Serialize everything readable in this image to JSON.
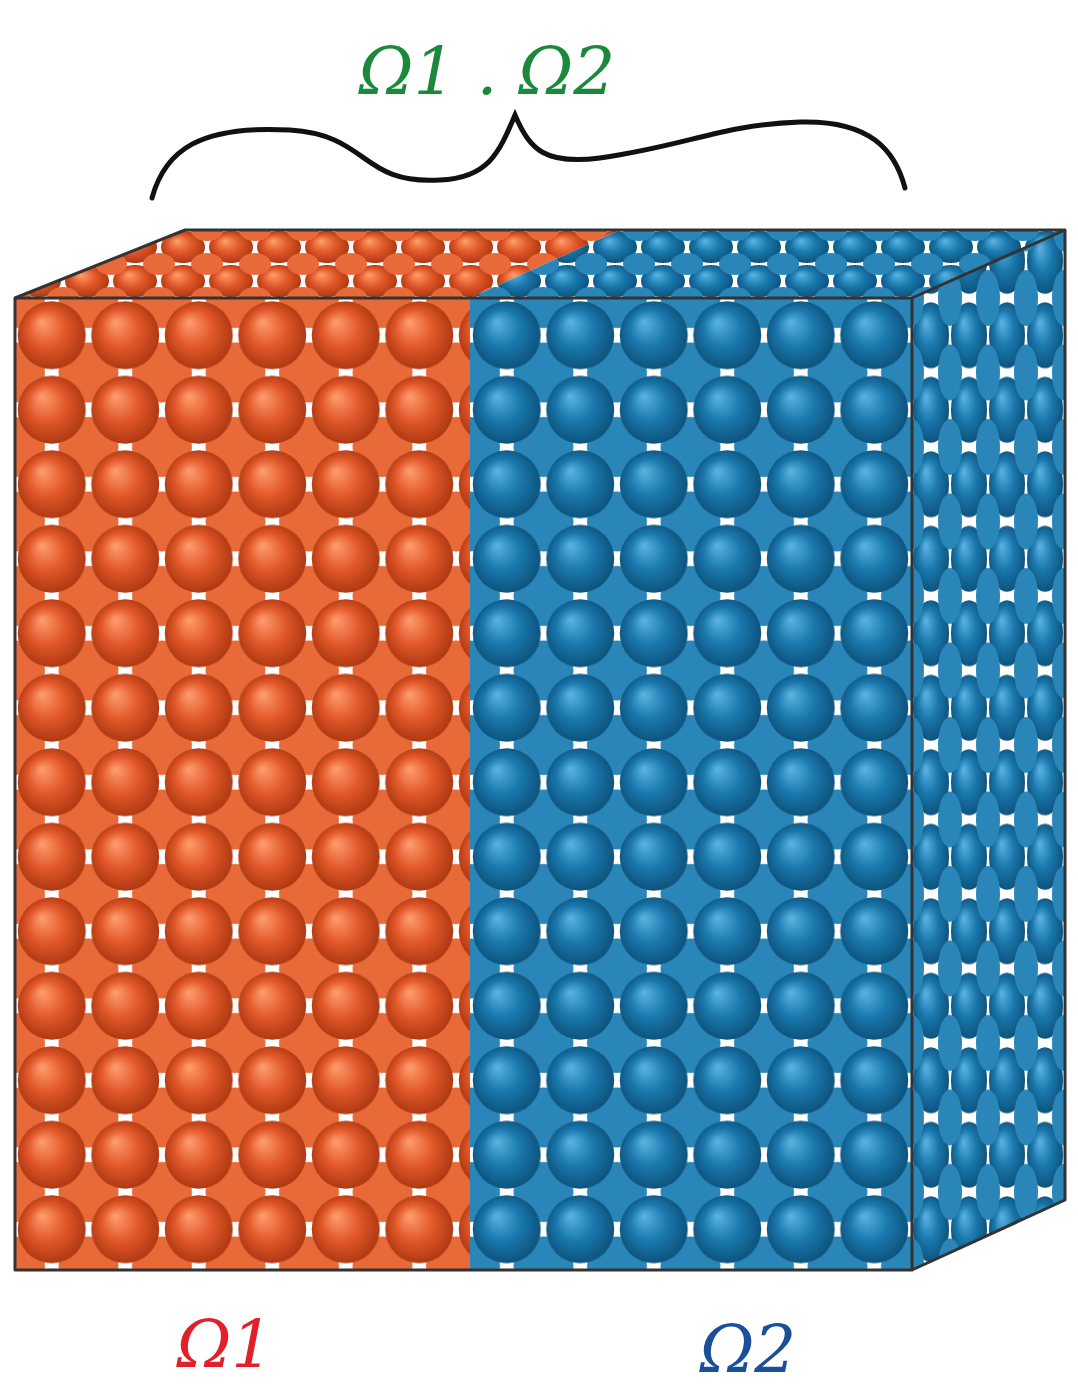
{
  "diagram": {
    "labels": [
      "Ω1 . Ω2",
      "Ω1",
      "Ω2"
    ]
  }
}
